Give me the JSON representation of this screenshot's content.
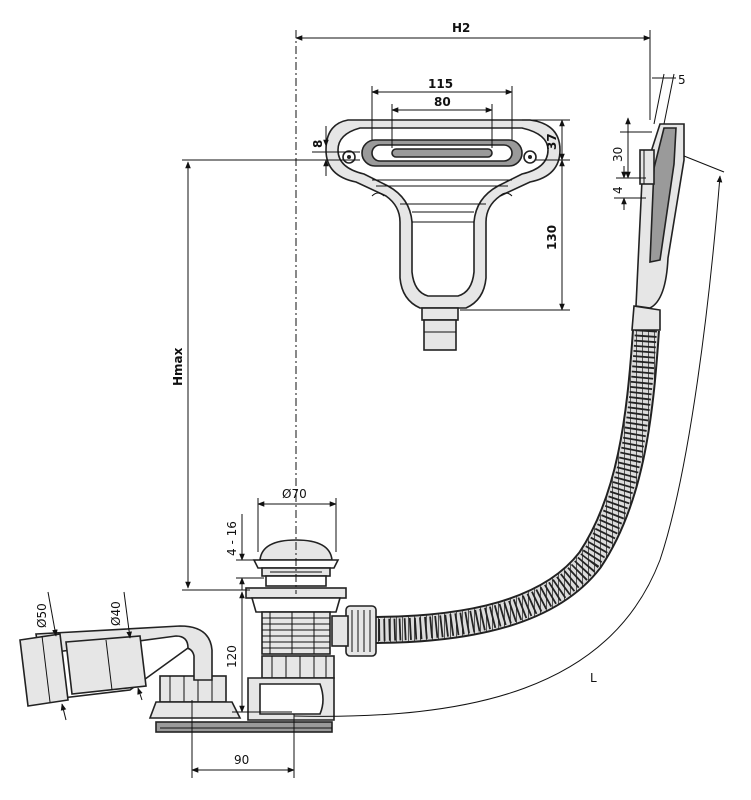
{
  "dimensions": {
    "h2": "H2",
    "hmax": "Hmax",
    "d115": "115",
    "d80": "80",
    "d8": "8",
    "d37": "37",
    "d130": "130",
    "d5": "5",
    "d30": "30",
    "d4": "4",
    "d70": "Ø70",
    "d4_16": "4 - 16",
    "d50": "Ø50",
    "d40": "Ø40",
    "d120": "120",
    "d90": "90",
    "l": "L"
  }
}
